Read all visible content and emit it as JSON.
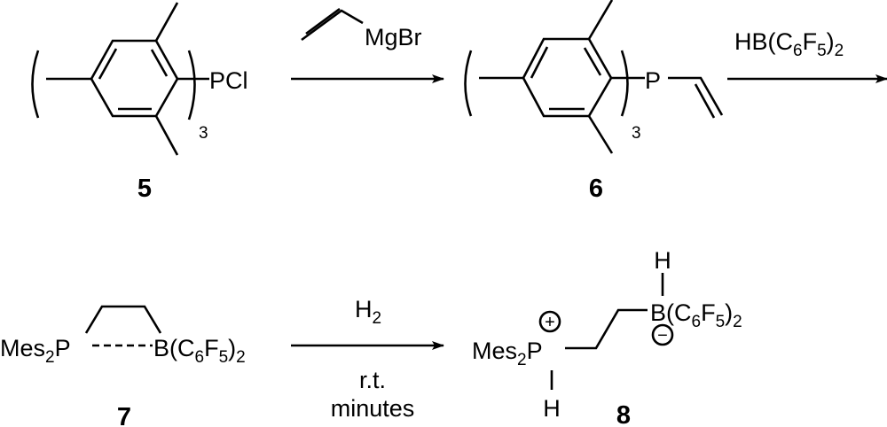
{
  "title": "Synthesis of Mes2P-CH2CH2-B(C6F5)2 and H2 activation",
  "compounds": {
    "c5": {
      "label": "5",
      "group": "PCl",
      "multiplier": "3"
    },
    "c6": {
      "label": "6",
      "group": "P",
      "multiplier": "3"
    },
    "c7": {
      "label": "7",
      "left": "Mes",
      "left_sub": "2",
      "left_atom": "P",
      "right": "B(C",
      "right_sub1": "6",
      "right_mid": "F",
      "right_sub2": "5",
      "right_end": ")",
      "right_sub3": "2"
    },
    "c8": {
      "label": "8",
      "left": "Mes",
      "left_sub": "2",
      "left_atom": "P",
      "p_h": "H",
      "b_h": "H",
      "right": "B(C",
      "right_sub1": "6",
      "right_mid": "F",
      "right_sub2": "5",
      "right_end": ")",
      "right_sub3": "2",
      "plus": "+",
      "minus": "−"
    }
  },
  "arrows": [
    {
      "reagent": "MgBr"
    },
    {
      "reagent": "HB(C",
      "sub1": "6",
      "mid": "F",
      "sub2": "5",
      "end": ")",
      "sub3": "2"
    },
    {
      "reagent": "H",
      "reagent_sub": "2",
      "conditions_1": "r.t.",
      "conditions_2": "minutes"
    }
  ]
}
